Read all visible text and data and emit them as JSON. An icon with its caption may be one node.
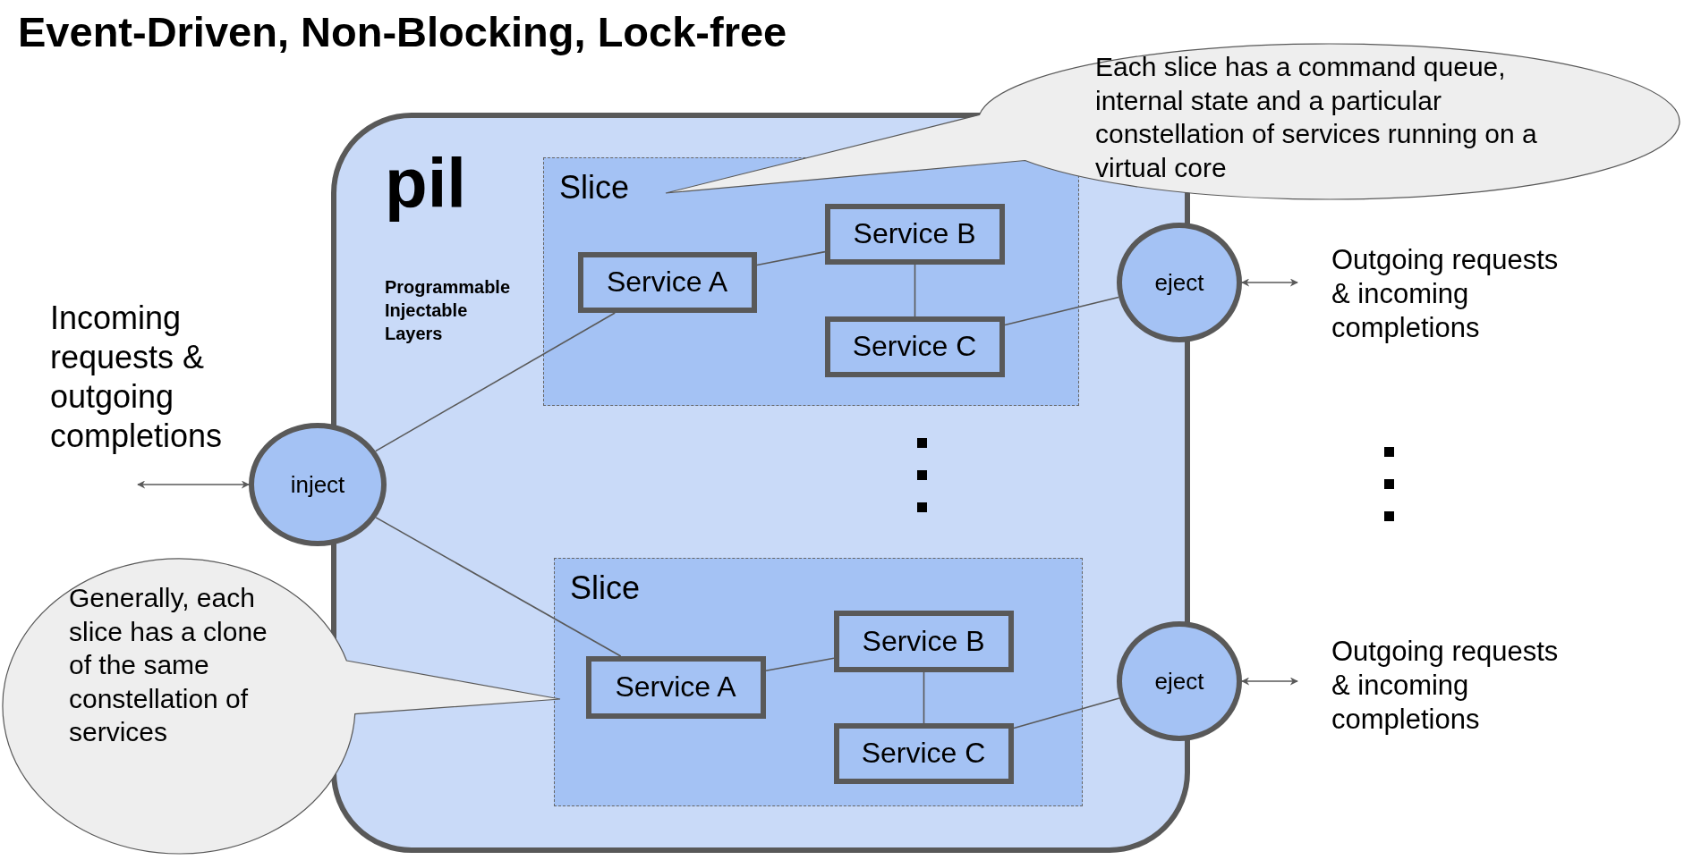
{
  "diagram": {
    "title": "Event-Driven, Non-Blocking, Lock-free",
    "nodes": [
      {
        "text": [
          "pil",
          "Programmable Injectable Layers"
        ]
      },
      {
        "text": [
          "Slice"
        ],
        "in": 0
      },
      {
        "text": [
          "Service A"
        ],
        "in": 1
      },
      {
        "text": [
          "Service B"
        ],
        "in": 1
      },
      {
        "text": [
          "Service C"
        ],
        "in": 1
      },
      {
        "text": [
          "Slice"
        ],
        "in": 0
      },
      {
        "text": [
          "Service A"
        ],
        "in": 5
      },
      {
        "text": [
          "Service B"
        ],
        "in": 5
      },
      {
        "text": [
          "Service C"
        ],
        "in": 5
      },
      {
        "text": [
          "inject"
        ]
      },
      {
        "text": [
          "eject"
        ]
      },
      {
        "text": [
          "eject"
        ]
      },
      {
        "text": [
          "Each slice has a command queue, internal state and a particular constellation of services running on a virtual core"
        ]
      },
      {
        "text": [
          "Generally, each slice has a clone of the same constellation of services"
        ]
      }
    ],
    "edges": [
      {
        "from": 9,
        "to": 2,
        "arrow": "none"
      },
      {
        "from": 9,
        "to": 6,
        "arrow": "none"
      },
      {
        "from": 2,
        "to": 3,
        "arrow": "none"
      },
      {
        "from": 3,
        "to": 4,
        "arrow": "none"
      },
      {
        "from": 4,
        "to": 10,
        "arrow": "none"
      },
      {
        "from": 6,
        "to": 7,
        "arrow": "none"
      },
      {
        "from": 7,
        "to": 8,
        "arrow": "none"
      },
      {
        "from": 8,
        "to": 11,
        "arrow": "none"
      },
      {
        "from": null,
        "to": 9,
        "arrow": "both"
      },
      {
        "from": 10,
        "to": null,
        "arrow": "both"
      },
      {
        "from": 11,
        "to": null,
        "arrow": "both"
      }
    ],
    "labels": [
      "Incoming requests & outgoing completions",
      "Outgoing requests & incoming completions",
      "Outgoing requests & incoming completions"
    ]
  }
}
